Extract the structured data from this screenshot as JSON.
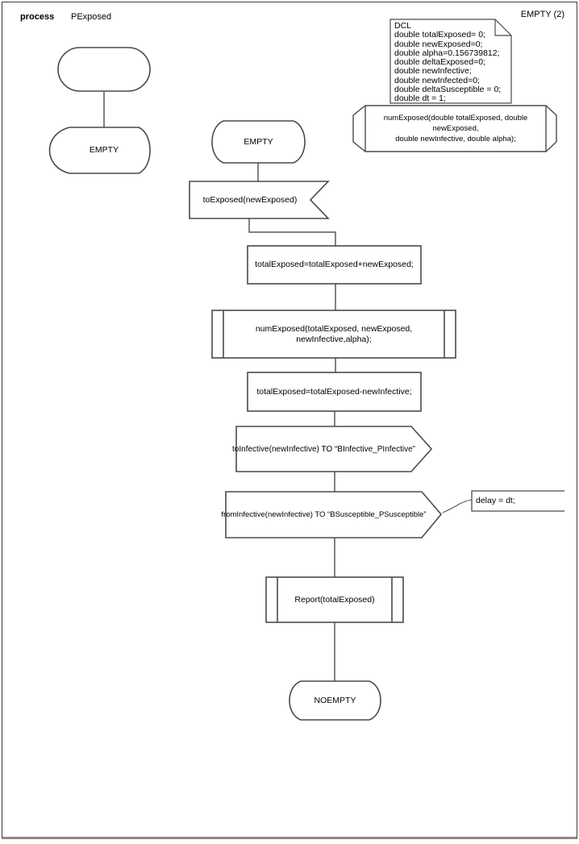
{
  "header": {
    "kind_label": "process",
    "process_name": "PExposed",
    "page_label": "EMPTY (2)"
  },
  "declarations": {
    "lines": [
      "DCL",
      "double totalExposed= 0;",
      "double newExposed=0;",
      "double alpha=0.156739812;",
      "double deltaExposed=0;",
      "double newInfective;",
      "double newInfected=0;",
      "double deltaSusceptible = 0;",
      "double dt = 1;"
    ]
  },
  "procedure_declaration": {
    "line1": "numExposed(double totalExposed, double newExposed,",
    "line2": "double newInfective, double alpha);"
  },
  "flow": {
    "state_empty_left_label": "EMPTY",
    "state_empty_mid_label": "EMPTY",
    "input_label": "toExposed(newExposed)",
    "task1_label": "totalExposed=totalExposed+newExposed;",
    "proc_call1_line1": "numExposed(totalExposed, newExposed,",
    "proc_call1_line2": "newInfective,alpha);",
    "task2_label": "totalExposed=totalExposed-newInfective;",
    "output1_label": "toInfective(newInfective) TO “BInfective_PInfective”",
    "output2_label": "fromInfective(newInfective) TO “BSusceptible_PSusceptible”",
    "comment_label": "delay = dt;",
    "proc_call2_label": "Report(totalExposed)",
    "state_end_label": "NOEMPTY"
  },
  "colors": {
    "shape_stroke": "#4a4a4a",
    "connector_stroke": "#595959",
    "background": "#ffffff"
  }
}
